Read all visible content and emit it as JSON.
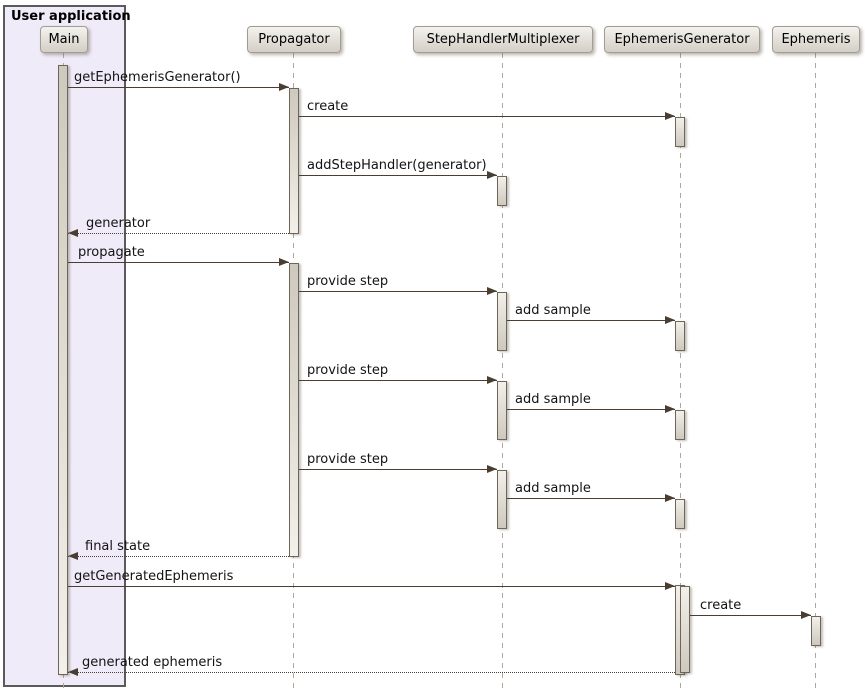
{
  "frame": {
    "title": "User application"
  },
  "participants": [
    {
      "name": "Main"
    },
    {
      "name": "Propagator"
    },
    {
      "name": "StepHandlerMultiplexer"
    },
    {
      "name": "EphemerisGenerator"
    },
    {
      "name": "Ephemeris"
    }
  ],
  "messages": [
    {
      "label": "getEphemerisGenerator()",
      "from": "Main",
      "to": "Propagator",
      "style": "solid"
    },
    {
      "label": "create",
      "from": "Propagator",
      "to": "EphemerisGenerator",
      "style": "solid"
    },
    {
      "label": "addStepHandler(generator)",
      "from": "Propagator",
      "to": "StepHandlerMultiplexer",
      "style": "solid"
    },
    {
      "label": "generator",
      "from": "Propagator",
      "to": "Main",
      "style": "return"
    },
    {
      "label": "propagate",
      "from": "Main",
      "to": "Propagator",
      "style": "solid"
    },
    {
      "label": "provide step",
      "from": "Propagator",
      "to": "StepHandlerMultiplexer",
      "style": "solid"
    },
    {
      "label": "add sample",
      "from": "StepHandlerMultiplexer",
      "to": "EphemerisGenerator",
      "style": "solid"
    },
    {
      "label": "provide step",
      "from": "Propagator",
      "to": "StepHandlerMultiplexer",
      "style": "solid"
    },
    {
      "label": "add sample",
      "from": "StepHandlerMultiplexer",
      "to": "EphemerisGenerator",
      "style": "solid"
    },
    {
      "label": "provide step",
      "from": "Propagator",
      "to": "StepHandlerMultiplexer",
      "style": "solid"
    },
    {
      "label": "add sample",
      "from": "StepHandlerMultiplexer",
      "to": "EphemerisGenerator",
      "style": "solid"
    },
    {
      "label": "final state",
      "from": "Propagator",
      "to": "Main",
      "style": "return"
    },
    {
      "label": "getGeneratedEphemeris",
      "from": "Main",
      "to": "EphemerisGenerator",
      "style": "solid"
    },
    {
      "label": "create",
      "from": "EphemerisGenerator",
      "to": "Ephemeris",
      "style": "solid"
    },
    {
      "label": "generated ephemeris",
      "from": "EphemerisGenerator",
      "to": "Main",
      "style": "return"
    }
  ],
  "colors": {
    "frame_fill": "#F0EBF8",
    "frame_border": "#5A5A5A",
    "participant_top": "#F4F2EE",
    "participant_bottom": "#D3CFC6",
    "participant_border": "#A39C90",
    "bar_light": "#F2F0EA",
    "bar_dark": "#CEC9BE",
    "bar_border": "#6F6557",
    "arrow": "#4A3E33",
    "lifeline": "#B0A79D",
    "text": "#131313"
  }
}
